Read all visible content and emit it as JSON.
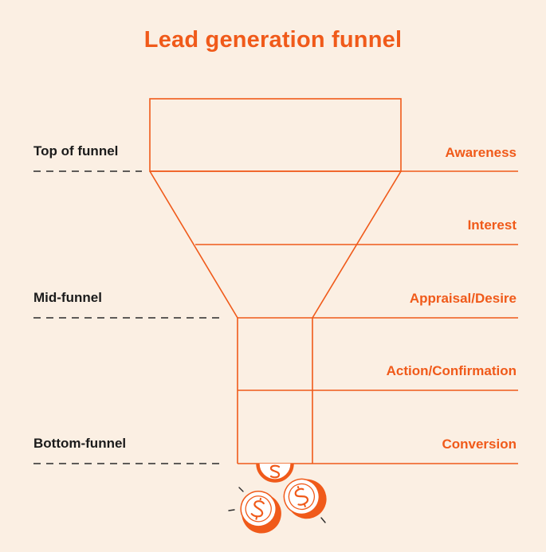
{
  "title": "Lead generation funnel",
  "levels": {
    "top": "Top of funnel",
    "mid": "Mid-funnel",
    "bottom": "Bottom-funnel"
  },
  "stages": [
    "Awareness",
    "Interest",
    "Appraisal/Desire",
    "Action/Confirmation",
    "Conversion"
  ],
  "colors": {
    "accent": "#f05a1a",
    "background": "#fbefe3",
    "text": "#1b1b1b",
    "dashed_line": "#2a2a2a",
    "coin_fill": "#ffffff"
  },
  "icons": [
    "dollar-coin-icon"
  ]
}
